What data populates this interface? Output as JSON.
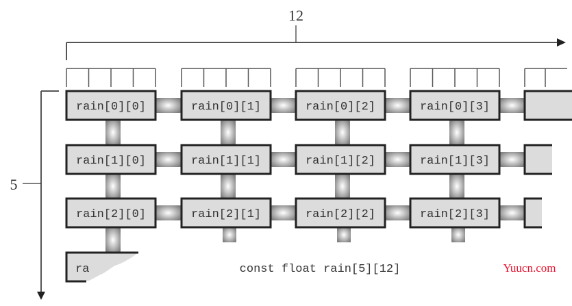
{
  "diagram": {
    "declaration": "const float rain[5][12]",
    "columns_label": "12",
    "rows_label": "5",
    "array_name": "rain",
    "truncated_cell_label": "ra",
    "watermark": "Yuucn.com",
    "watermark_color": "#e8112d",
    "cell_fill": "#dcdcdc",
    "cell_border": "#222222",
    "cells": [
      [
        "rain[0][0]",
        "rain[0][1]",
        "rain[0][2]",
        "rain[0][3]"
      ],
      [
        "rain[1][0]",
        "rain[1][1]",
        "rain[1][2]",
        "rain[1][3]"
      ],
      [
        "rain[2][0]",
        "rain[2][1]",
        "rain[2][2]",
        "rain[2][3]"
      ]
    ]
  }
}
